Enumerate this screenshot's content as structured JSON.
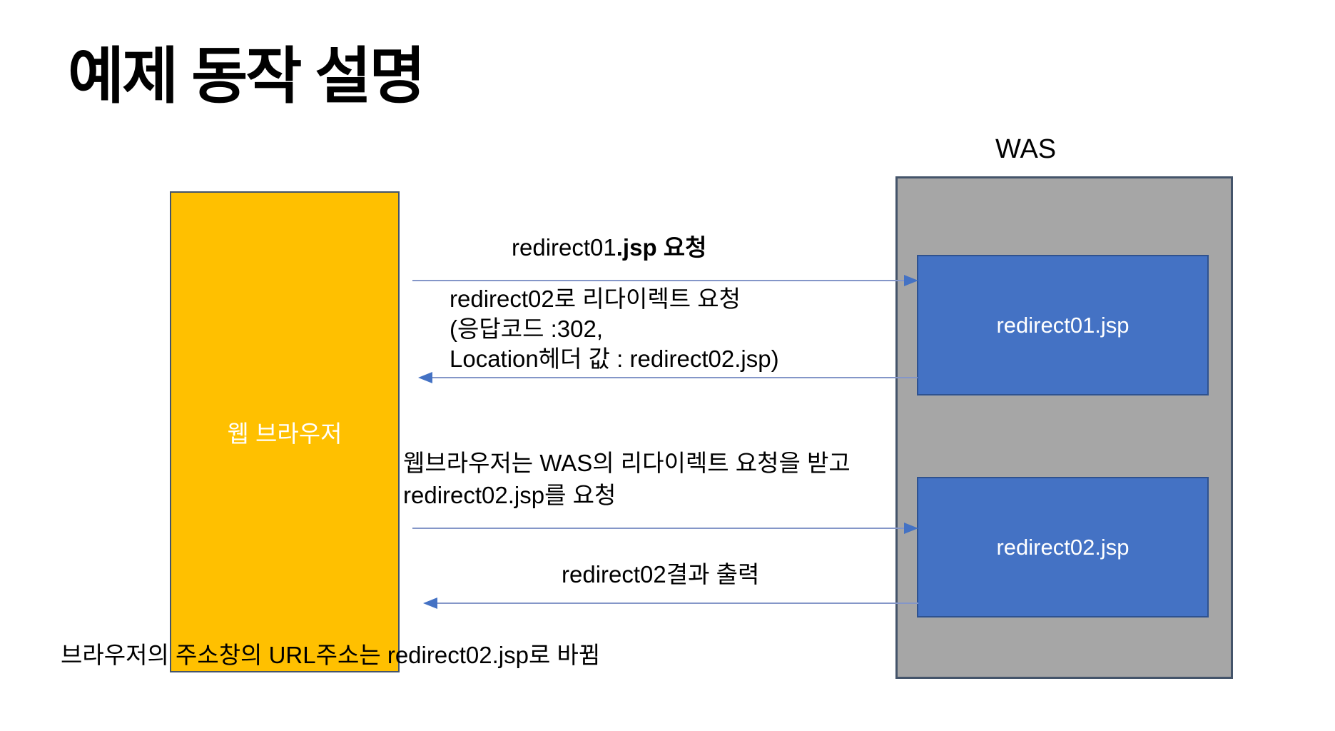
{
  "title": "예제 동작 설명",
  "colors": {
    "browser_fill": "#FFC000",
    "server_fill": "#A6A6A6",
    "jsp_fill": "#4472C4",
    "jsp_border": "#2F528F",
    "box_border": "#44546A",
    "arrow_line": "#8496C8",
    "arrow_head": "#4472C4"
  },
  "browser": {
    "label": "웹 브라우저"
  },
  "server": {
    "label": "WAS",
    "pages": [
      {
        "label": "redirect01.jsp"
      },
      {
        "label": "redirect02.jsp"
      }
    ]
  },
  "messages": {
    "request1_normal": "redirect01",
    "request1_bold": ".jsp 요청",
    "redirect_line1": "redirect02로 리다이렉트 요청",
    "redirect_line2": "(응답코드 :302,",
    "redirect_line3": "Location헤더 값 : redirect02.jsp)",
    "request2_line1": "웹브라우저는 WAS의 리다이렉트 요청을 받고",
    "request2_line2": "redirect02.jsp를 요청",
    "response2": "redirect02결과 출력",
    "footnote": "브라우저의 주소창의 URL주소는 redirect02.jsp로 바뀜"
  }
}
